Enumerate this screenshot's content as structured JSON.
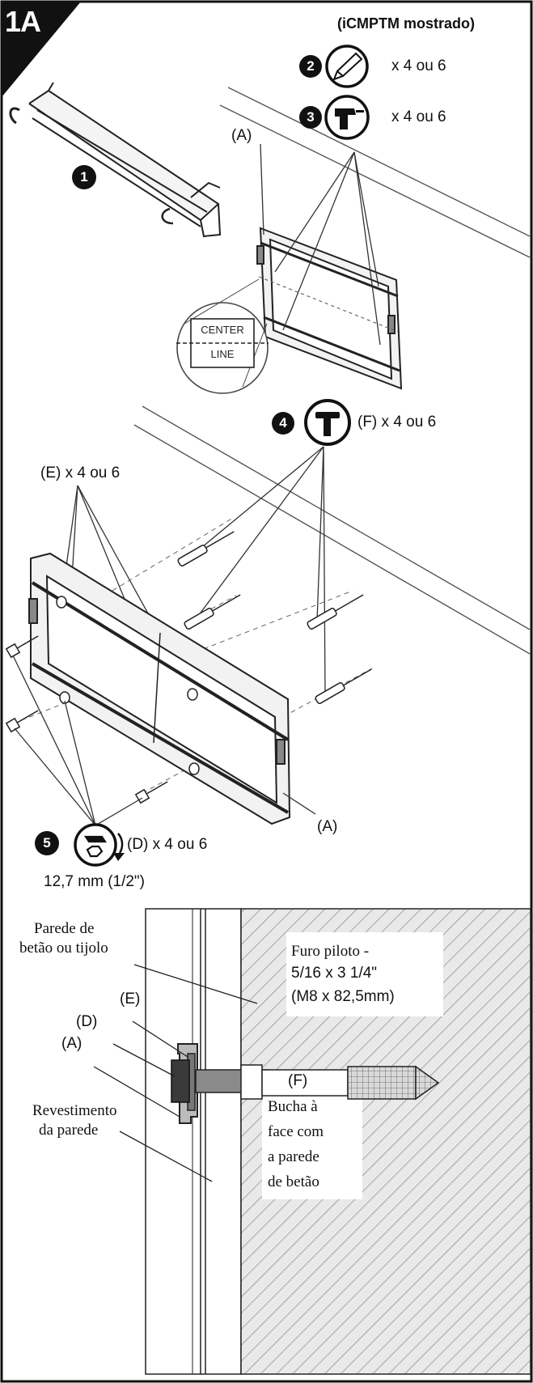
{
  "step": {
    "title": "1A"
  },
  "model_note": "(iCMPTM mostrado)",
  "tools": [
    {
      "badge": "2",
      "icon": "pencil-icon",
      "qty": "x 4 ou 6"
    },
    {
      "badge": "3",
      "icon": "drill-icon",
      "qty": "x 4 ou 6"
    },
    {
      "badge": "4",
      "icon": "hammer-icon",
      "qty": "(F) x 4 ou 6"
    },
    {
      "badge": "5",
      "icon": "socket-wrench-icon",
      "qty": "(D) x 4 ou 6"
    }
  ],
  "step1_badge": "1",
  "labels": {
    "a_top": "(A)",
    "a_mid": "(A)",
    "e_qty": "(E) x 4 ou 6",
    "socket_size": "12,7 mm (1/2\")"
  },
  "center_line": {
    "top": "CENTER",
    "bottom": "LINE"
  },
  "detail": {
    "wall_type": [
      "Parede de",
      "betão ou tijolo"
    ],
    "pilot_hole": [
      "Furo piloto -",
      "5/16 x 3 1/4\"",
      "(M8 x 82,5mm)"
    ],
    "e": "(E)",
    "d": "(D)",
    "a": "(A)",
    "f": "(F)",
    "finish": [
      "Revestimento",
      "da parede"
    ],
    "anchor_note": [
      "Bucha à",
      "face com",
      "a parede",
      "de betão"
    ]
  }
}
